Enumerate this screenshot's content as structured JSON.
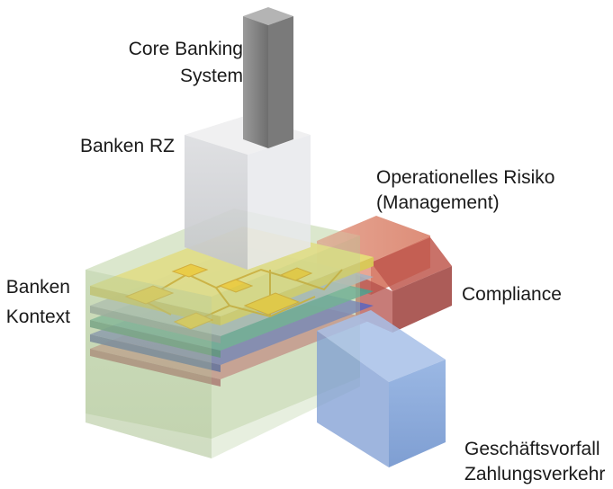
{
  "labels": {
    "core_banking_line1": "Core Banking",
    "core_banking_line2": "System",
    "banken_rz": "Banken RZ",
    "banken_kontext_line1": "Banken",
    "banken_kontext_line2": "Kontext",
    "operationelles_line1": "Operationelles Risiko",
    "operationelles_line2": "(Management)",
    "compliance": "Compliance",
    "geschaeftsvorfall_line1": "Geschäftsvorfall",
    "geschaeftsvorfall_line2": "Zahlungsverkehr"
  },
  "colors": {
    "core_banking": "#8a8a8a",
    "banken_rz": "#e2e2e4",
    "context_box": "#b9cfa0",
    "circuit_top": "#e8e07a",
    "chip": "#f2c21a",
    "operationelles": "#e07a5c",
    "compliance": "#b8504a",
    "geschaeftsvorfall": "#6f92cf",
    "layer_red": "#c9787e",
    "layer_blue": "#5a64b8",
    "layer_green": "#4a9a8a",
    "layer_gray": "#9aa6b4"
  }
}
